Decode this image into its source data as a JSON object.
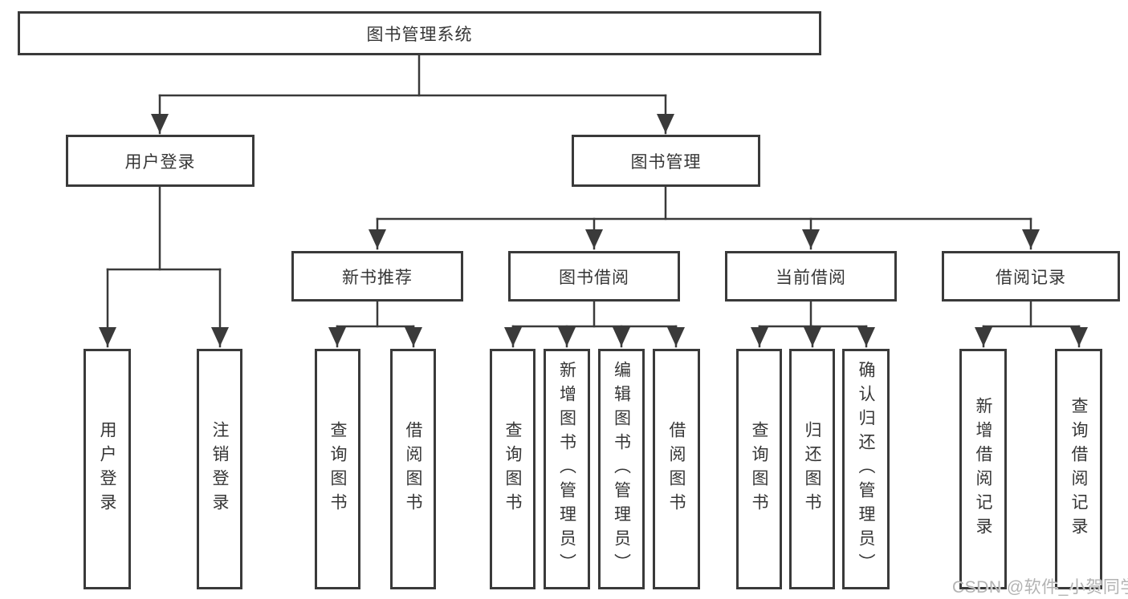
{
  "diagram": {
    "title": "图书管理系统",
    "colors": {
      "line": "#3a3a3a",
      "border": "#3a3a3a",
      "text": "#363636",
      "background": "#ffffff",
      "watermark": "#b3b3b3"
    },
    "root": {
      "label": "图书管理系统"
    },
    "level2": {
      "user_login": {
        "label": "用户登录"
      },
      "book_management": {
        "label": "图书管理"
      }
    },
    "level3": {
      "new_book_recommend": {
        "label": "新书推荐"
      },
      "book_borrowing": {
        "label": "图书借阅"
      },
      "current_borrowing": {
        "label": "当前借阅"
      },
      "borrow_records": {
        "label": "借阅记录"
      }
    },
    "level4": {
      "user_login_leaf": {
        "label": "用户登录"
      },
      "logout": {
        "label": "注销登录"
      },
      "rec_query_books": {
        "label": "查询图书"
      },
      "rec_borrow_books": {
        "label": "借阅图书"
      },
      "bor_query_books": {
        "label": "查询图书"
      },
      "bor_add_books": {
        "label": "新增图书（管理员）"
      },
      "bor_edit_books": {
        "label": "编辑图书（管理员）"
      },
      "bor_borrow_books": {
        "label": "借阅图书"
      },
      "cur_query_books": {
        "label": "查询图书"
      },
      "cur_return_books": {
        "label": "归还图书"
      },
      "cur_confirm_return": {
        "label": "确认归还（管理员）"
      },
      "rec_add_record": {
        "label": "新增借阅记录"
      },
      "rec_query_record": {
        "label": "查询借阅记录"
      }
    }
  },
  "watermark": {
    "text": "CSDN @软件_小贺同学"
  }
}
